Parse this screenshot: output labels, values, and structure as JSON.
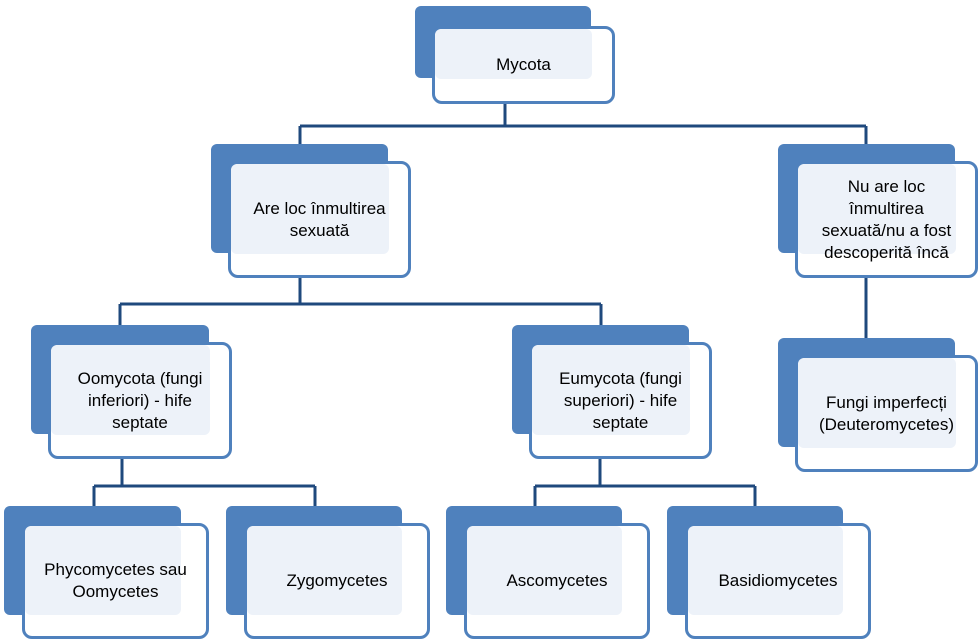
{
  "colors": {
    "accent": "#4f81bd",
    "connector": "#1f497d",
    "box_fill": "#ffffff",
    "inner_fill": "#edf2f9"
  },
  "nodes": {
    "mycota": "Mycota",
    "sexual": "Are loc înmultirea\nsexuată",
    "asexual": "Nu are loc\nînmultirea\nsexuată/nu a fost\ndescoperită încă",
    "oomycota": "Oomycota (fungi\ninferiori) - hife\nseptate",
    "eumycota": "Eumycota (fungi\nsuperiori) - hife\nseptate",
    "imperfecti": "Fungi imperfecți\n(Deuteromycetes)",
    "phycomycetes": "Phycomycetes sau\nOomycetes",
    "zygomycetes": "Zygomycetes",
    "ascomycetes": "Ascomycetes",
    "basidiomycetes": "Basidiomycetes"
  }
}
